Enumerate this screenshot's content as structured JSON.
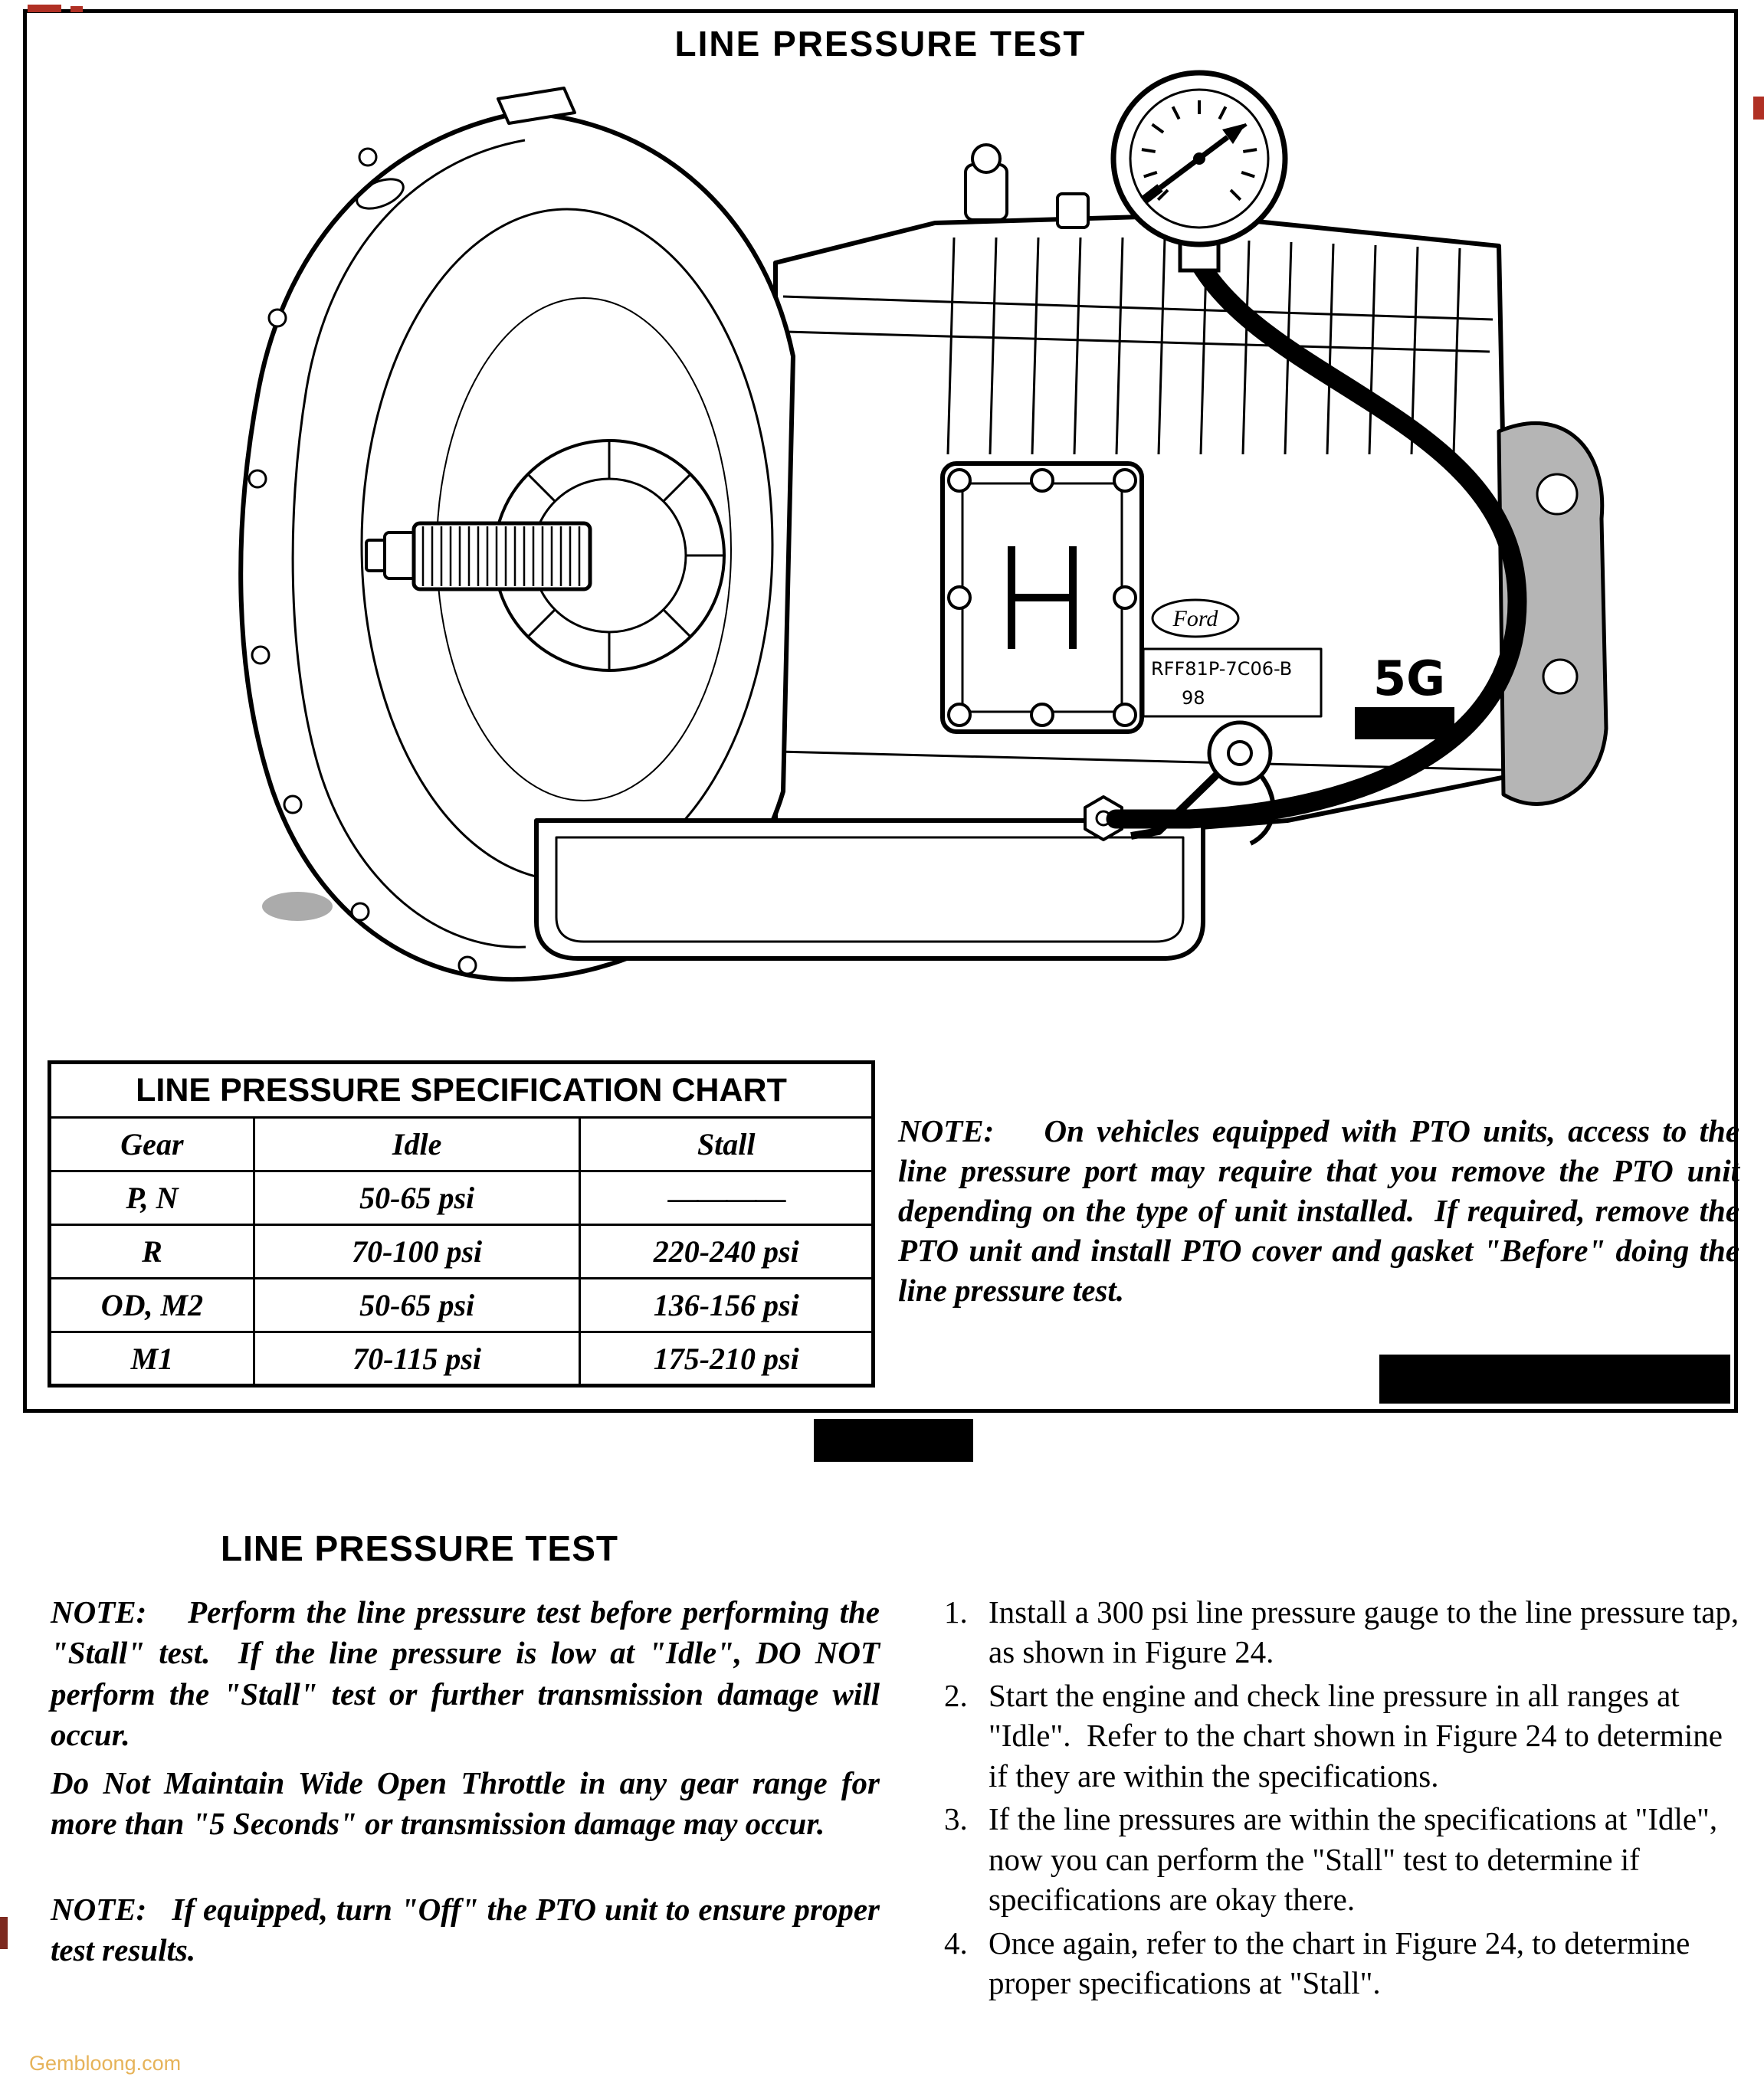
{
  "colors": {
    "ink": "#000000",
    "metal_gray": "#b5b5b5",
    "watermark": "#e2a63d",
    "scan_mark": "#b03024"
  },
  "figure_section": {
    "title": "LINE PRESSURE TEST",
    "figure_labels": {
      "brand": "Ford",
      "part_number": "RFF81P-7C06-B",
      "part_code": "98",
      "tag": "5G"
    },
    "note": "NOTE:    On vehicles equipped with PTO units, access to the line pressure port may require that you remove the PTO unit depending on the type of unit installed.  If required, remove the PTO unit and install PTO cover and gasket \"Before\" doing the line pressure test."
  },
  "spec_chart": {
    "title": "LINE PRESSURE SPECIFICATION CHART",
    "columns": [
      "Gear",
      "Idle",
      "Stall"
    ],
    "rows": [
      {
        "gear": "P, N",
        "idle": "50-65 psi",
        "stall": "————"
      },
      {
        "gear": "R",
        "idle": "70-100 psi",
        "stall": "220-240 psi"
      },
      {
        "gear": "OD, M2",
        "idle": "50-65 psi",
        "stall": "136-156 psi"
      },
      {
        "gear": "M1",
        "idle": "70-115 psi",
        "stall": "175-210 psi"
      }
    ]
  },
  "procedure_section": {
    "title": "LINE PRESSURE TEST",
    "note1": "NOTE:    Perform the line pressure test before performing the \"Stall\" test.  If the line pressure is low at \"Idle\", DO NOT perform the \"Stall\" test or further transmission damage will occur.",
    "warning": "Do Not Maintain Wide Open Throttle in any gear range for more than \"5 Seconds\" or transmission damage may occur.",
    "note2": "NOTE:   If equipped, turn \"Off\" the PTO unit to ensure proper test results.",
    "steps": [
      {
        "num": "1.",
        "text": "Install a 300 psi line pressure gauge to the line pressure tap, as shown in Figure 24."
      },
      {
        "num": "2.",
        "text": "Start the engine and check line pressure in all ranges at \"Idle\".  Refer to the chart shown in Figure 24 to determine if they are within the specifications."
      },
      {
        "num": "3.",
        "text": "If the line pressures are within the specifications at \"Idle\", now you can perform the \"Stall\" test to determine if specifications are okay there."
      },
      {
        "num": "4.",
        "text": "Once again, refer to the chart in Figure 24, to determine proper specifications at \"Stall\"."
      }
    ]
  },
  "watermark": "Gembloong.com"
}
